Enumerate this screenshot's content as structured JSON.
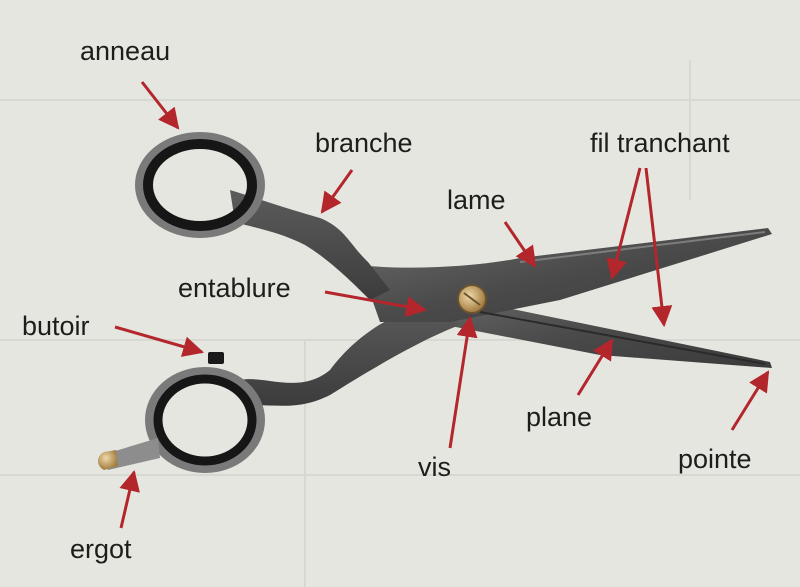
{
  "diagram": {
    "subject": "scissors",
    "labels": {
      "anneau": "anneau",
      "branche": "branche",
      "lame": "lame",
      "fil_tranchant": "fil tranchant",
      "entablure": "entablure",
      "butoir": "butoir",
      "vis": "vis",
      "plane": "plane",
      "pointe": "pointe",
      "ergot": "ergot"
    },
    "colors": {
      "background": "#e6e6e1",
      "arrow": "#b3262c",
      "text": "#1d1d1b",
      "blade": "#4a4a4a",
      "ring": "#161616",
      "screw": "#c9a36a"
    }
  }
}
